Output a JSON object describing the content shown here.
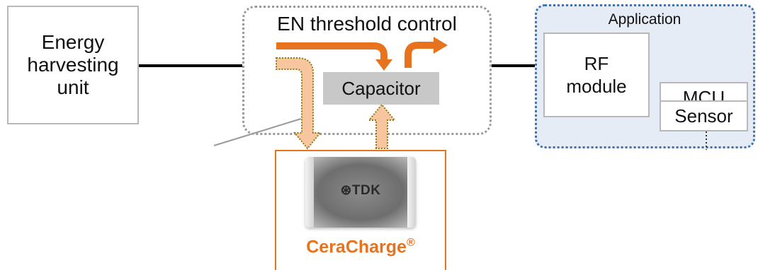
{
  "harvester": {
    "label_lines": [
      "Energy",
      "harvesting",
      "unit"
    ]
  },
  "threshold_control": {
    "label": "EN threshold control"
  },
  "capacitor": {
    "label": "Capacitor"
  },
  "application": {
    "label": "Application",
    "rf_module_lines": [
      "RF",
      "module"
    ],
    "mcu": "MCU",
    "sensor": "Sensor"
  },
  "ceracharge": {
    "name": "CeraCharge",
    "registered_mark": "®",
    "chip_logo": "⊛TDK"
  },
  "colors": {
    "accent_orange": "#e8731e",
    "arrow_peach": "#f7c69e",
    "app_border_blue": "#3a73b8",
    "app_fill": "#e6ecf5",
    "box_border_gray": "#b8b8b8"
  }
}
